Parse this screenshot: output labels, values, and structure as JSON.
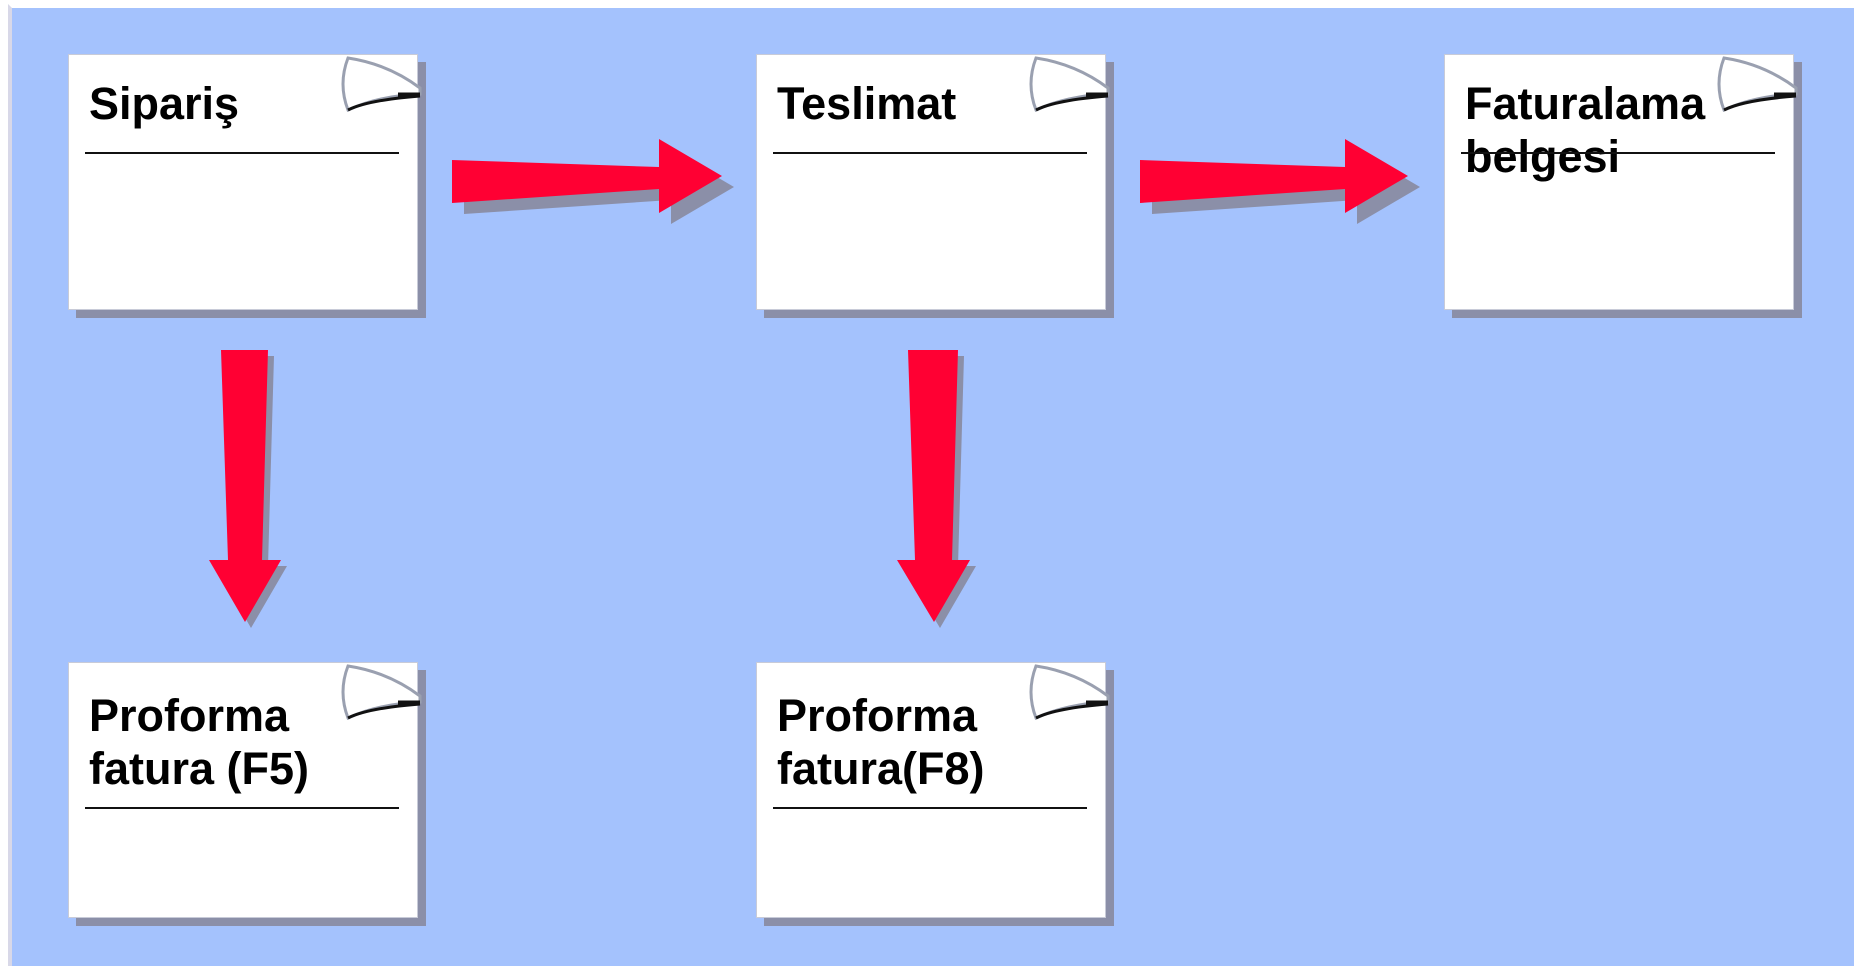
{
  "diagram": {
    "background_color": "#a4c2fd",
    "arrow_color": "#ff0033",
    "documents": [
      {
        "id": "siparis",
        "title": "Sipariş"
      },
      {
        "id": "teslimat",
        "title": "Teslimat"
      },
      {
        "id": "faturalama",
        "title": "Faturalama\nbelgesi"
      },
      {
        "id": "proforma-f5",
        "title": "Proforma\nfatura (F5)"
      },
      {
        "id": "proforma-f8",
        "title": "Proforma\nfatura(F8)"
      }
    ],
    "arrows": [
      {
        "from": "siparis",
        "to": "teslimat"
      },
      {
        "from": "teslimat",
        "to": "faturalama"
      },
      {
        "from": "siparis",
        "to": "proforma-f5"
      },
      {
        "from": "teslimat",
        "to": "proforma-f8"
      }
    ]
  }
}
